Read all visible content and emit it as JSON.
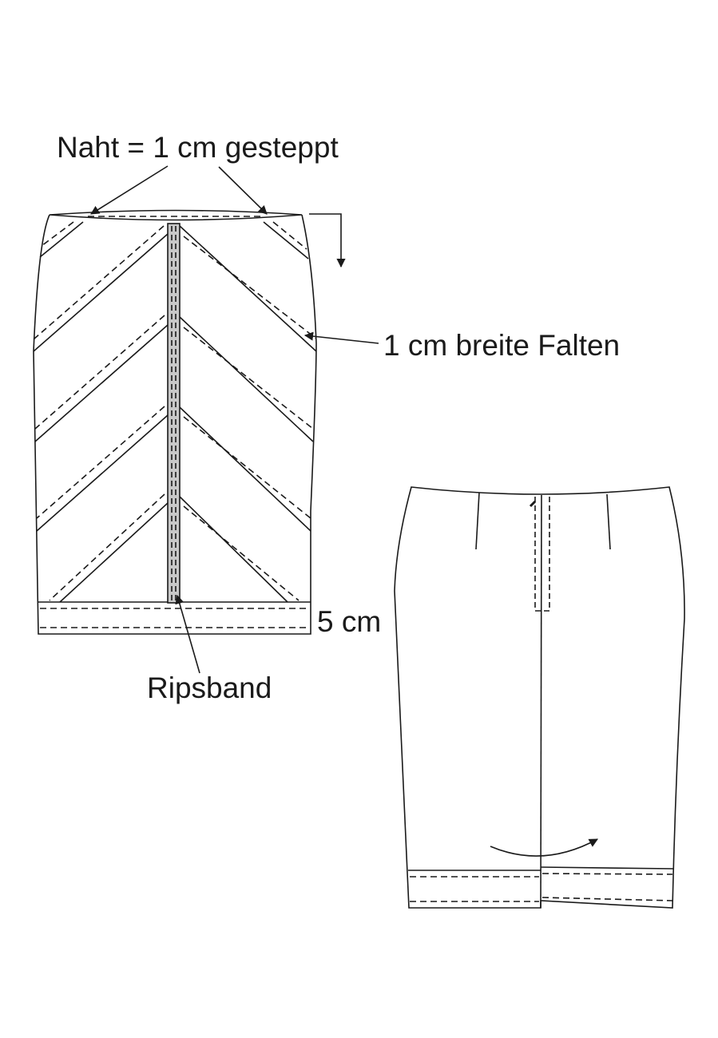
{
  "labels": {
    "seam": "Naht = 1 cm gesteppt",
    "pleats": "1 cm breite Falten",
    "hem_width": "5 cm",
    "ribbon": "Ripsband"
  },
  "colors": {
    "line": "#1a1a1a",
    "ribbon_fill": "#c8c8c8",
    "background": "#ffffff"
  }
}
